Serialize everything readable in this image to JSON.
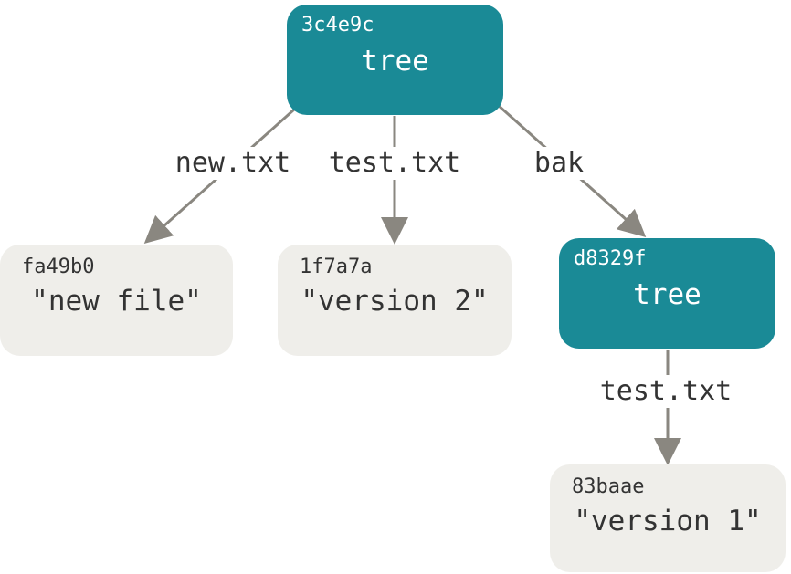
{
  "colors": {
    "tree_fill": "#1a8a96",
    "blob_fill": "#efeeea",
    "edge": "#8a8780"
  },
  "nodes": {
    "root_tree": {
      "hash": "3c4e9c",
      "label": "tree"
    },
    "blob_new": {
      "hash": "fa49b0",
      "label": "\"new file\""
    },
    "blob_v2": {
      "hash": "1f7a7a",
      "label": "\"version 2\""
    },
    "sub_tree": {
      "hash": "d8329f",
      "label": "tree"
    },
    "blob_v1": {
      "hash": "83baae",
      "label": "\"version 1\""
    }
  },
  "edges": {
    "root_to_new": {
      "label": "new.txt"
    },
    "root_to_v2": {
      "label": "test.txt"
    },
    "root_to_bak": {
      "label": "bak"
    },
    "sub_to_v1": {
      "label": "test.txt"
    }
  }
}
